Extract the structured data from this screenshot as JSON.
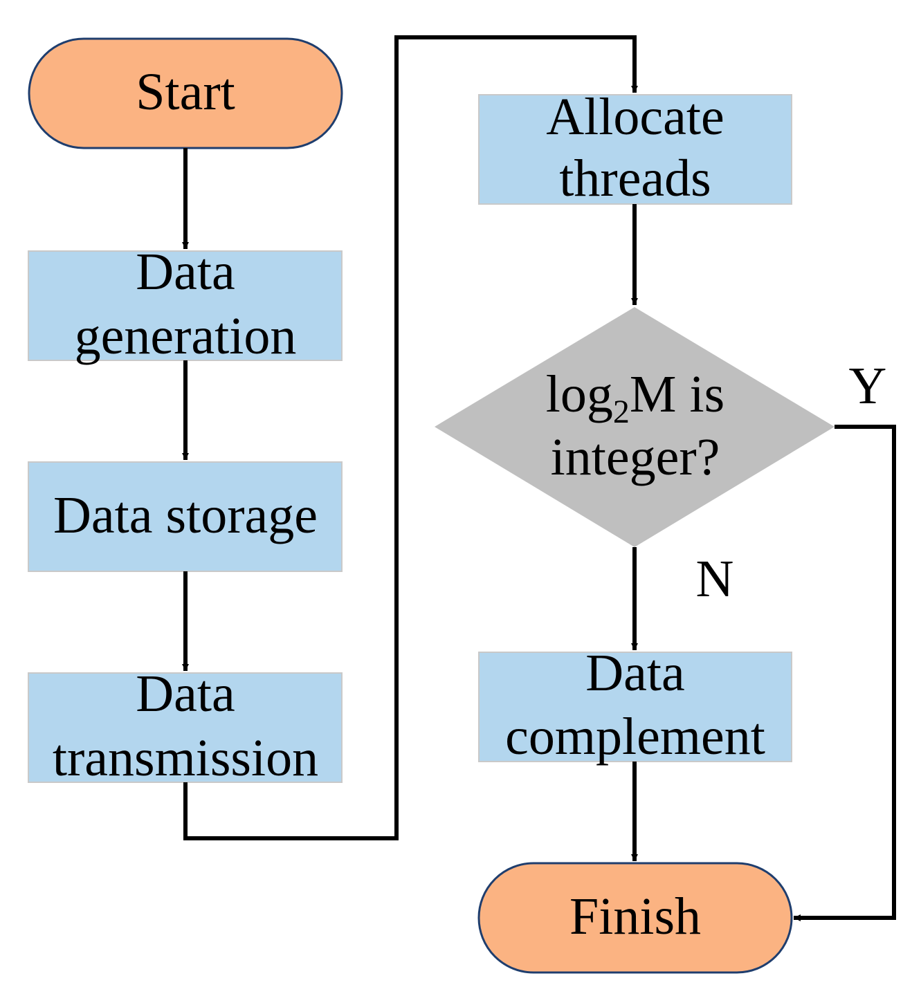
{
  "colors": {
    "terminal_fill": "#fbb382",
    "terminal_stroke": "#1f3e6e",
    "process_fill": "#b3d6ee",
    "process_stroke": "#c9c9c9",
    "decision_fill": "#bfbfbf",
    "arrow": "#000000"
  },
  "nodes": {
    "start": {
      "label": "Start"
    },
    "data_generation": {
      "line1": "Data",
      "line2": "generation"
    },
    "data_storage": {
      "label": "Data storage"
    },
    "data_transmission": {
      "line1": "Data",
      "line2": "transmission"
    },
    "allocate_threads": {
      "line1": "Allocate",
      "line2": "threads"
    },
    "decision": {
      "line1_pre": "log",
      "line1_sub": "2",
      "line1_post": "M is",
      "line2": "integer?"
    },
    "data_complement": {
      "line1": "Data",
      "line2": "complement"
    },
    "finish": {
      "label": "Finish"
    }
  },
  "edges": {
    "yes_label": "Y",
    "no_label": "N"
  }
}
